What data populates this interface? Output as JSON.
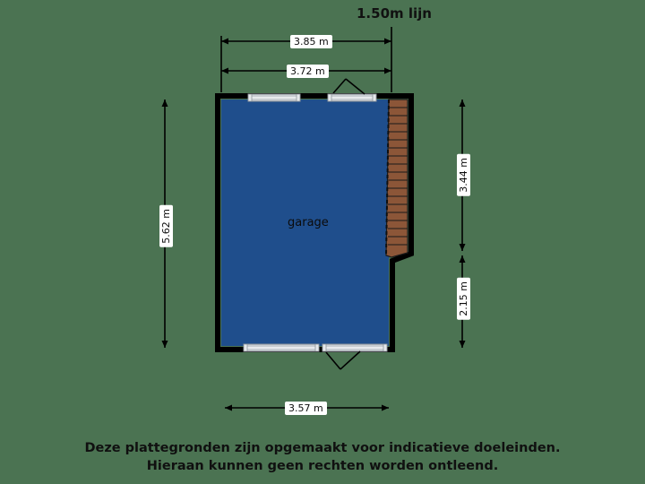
{
  "page": {
    "background_color": "#4b7352",
    "floor_fill_color": "#1f4e8c",
    "wall_color": "#000000",
    "stairs_color": "#8c5638",
    "window_color": "#c8cdd2"
  },
  "reference_line": {
    "label": "1.50m lijn"
  },
  "room": {
    "label": "garage"
  },
  "dimensions": {
    "top_outer": "3.85 m",
    "top_inner": "3.72 m",
    "left": "5.62 m",
    "right_upper": "3.44 m",
    "right_lower": "2.15 m",
    "bottom": "3.57 m"
  },
  "disclaimer": {
    "line1": "Deze plattegronden zijn opgemaakt voor indicatieve doeleinden.",
    "line2": "Hieraan kunnen geen rechten worden ontleend."
  }
}
